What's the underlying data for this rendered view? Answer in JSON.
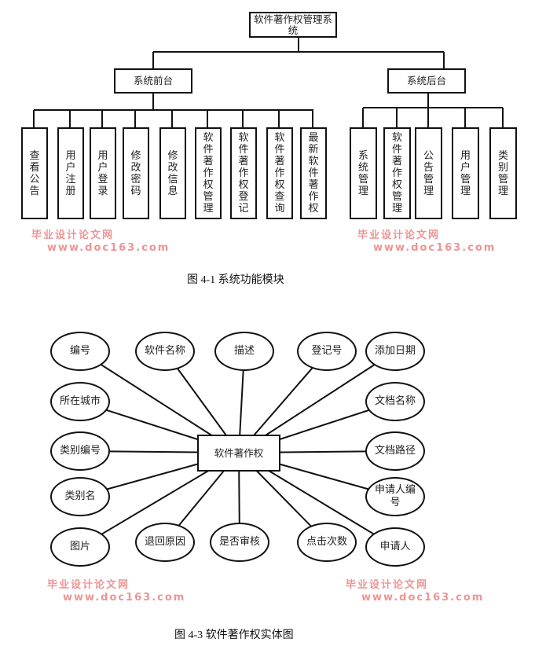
{
  "figure1": {
    "root": "软件著作权管理系统",
    "front": {
      "label": "系统前台",
      "children": [
        "查看公告",
        "用户注册",
        "用户登录",
        "修改密码",
        "修改信息",
        "软件著作权管理",
        "软件著作权登记",
        "软件著作权查询",
        "最新软件著作权"
      ]
    },
    "back": {
      "label": "系统后台",
      "children": [
        "系统管理",
        "软件著作权管理",
        "公告管理",
        "用户管理",
        "类别管理"
      ]
    },
    "caption": "图 4-1  系统功能模块"
  },
  "figure2": {
    "entity": "软件著作权",
    "attributes": [
      "编号",
      "软件名称",
      "描述",
      "登记号",
      "添加日期",
      "所在城市",
      "文档名称",
      "类别编号",
      "文档路径",
      "类别名",
      "申请人编号",
      "图片",
      "退回原因",
      "是否审核",
      "点击次数",
      "申请人"
    ],
    "caption": "图 4-3  软件著作权实体图"
  },
  "watermark": {
    "site_name": "毕业设计论文网",
    "url": "www.doc163.com"
  }
}
